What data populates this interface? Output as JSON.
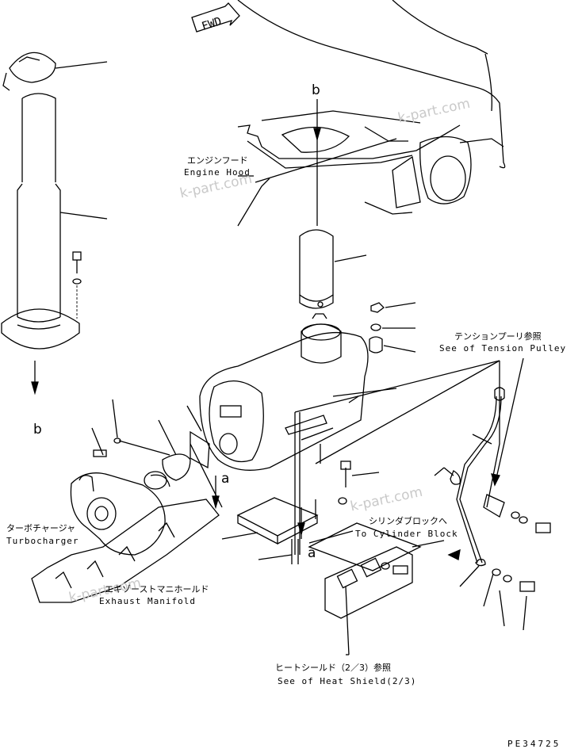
{
  "fwd_label": "FWD",
  "arrow_labels": {
    "b_top": "b",
    "b_left": "b",
    "a_right": "a",
    "a_mid": "a"
  },
  "labels": {
    "engine_hood_jp": "エンジンフード",
    "engine_hood_en": "Engine Hood",
    "tension_pulley_jp": "テンションプーリ参照",
    "tension_pulley_en": "See of Tension Pulley",
    "turbocharger_jp": "ターボチャージャ",
    "turbocharger_en": "Turbocharger",
    "cylinder_block_jp": "シリンダブロックへ",
    "cylinder_block_en": "To Cylinder Block",
    "exhaust_manifold_jp": "エキゾーストマニホールド",
    "exhaust_manifold_en": "Exhaust Manifold",
    "heat_shield_jp": "ヒートシールド（2／3）参照",
    "heat_shield_en": "See of Heat Shield(2/3)"
  },
  "watermark": "k-part.com",
  "drawing_number": "PE34725"
}
